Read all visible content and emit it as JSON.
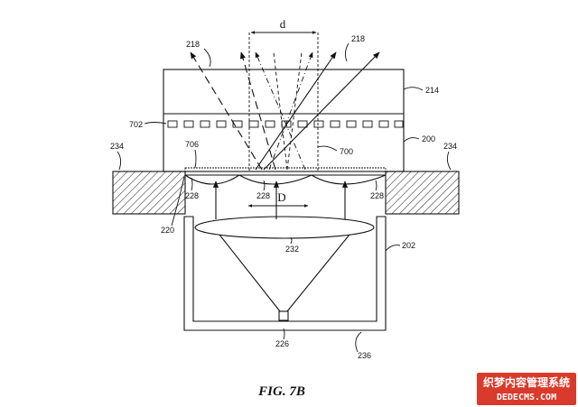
{
  "figure": {
    "caption": "FIG. 7B",
    "dimension_labels": {
      "d": "d",
      "D": "D"
    },
    "reference_numerals": {
      "r218_left": "218",
      "r218_right": "218",
      "r214": "214",
      "r702": "702",
      "r706": "706",
      "r700": "700",
      "r200": "200",
      "r234_left": "234",
      "r234_right": "234",
      "r228_left": "228",
      "r228_mid": "228",
      "r228_right": "228",
      "r220": "220",
      "r232": "232",
      "r202": "202",
      "r226": "226",
      "r236": "236"
    }
  },
  "watermark": {
    "line1": "织梦内容管理系统",
    "line2": "DEDECMS.COM",
    "background": "#d93a2b"
  }
}
